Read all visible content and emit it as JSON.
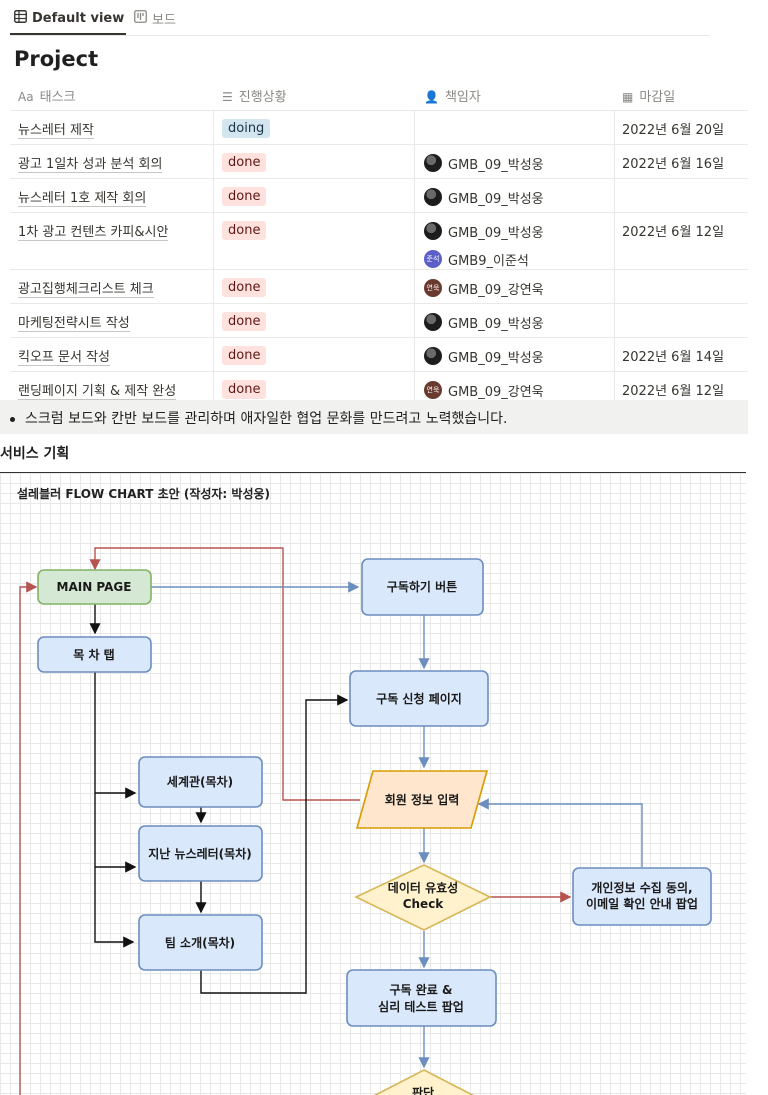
{
  "tabs": {
    "default_view": "Default view",
    "board": "보드"
  },
  "project": {
    "title": "Project",
    "columns": [
      "태스크",
      "진행상황",
      "책임자",
      "마감일"
    ],
    "rows": [
      {
        "task": "뉴스레터 제작",
        "status": "doing",
        "owners": [],
        "due": "2022년 6월 20일"
      },
      {
        "task": "광고 1일차 성과 분석 회의",
        "status": "done",
        "owners": [
          {
            "name": "GMB_09_박성웅",
            "avatar": "photo"
          }
        ],
        "due": "2022년 6월 16일"
      },
      {
        "task": "뉴스레터 1호 제작 회의",
        "status": "done",
        "owners": [
          {
            "name": "GMB_09_박성웅",
            "avatar": "photo"
          }
        ],
        "due": ""
      },
      {
        "task": "1차 광고 컨텐츠 카피&시안",
        "status": "done",
        "owners": [
          {
            "name": "GMB_09_박성웅",
            "avatar": "photo"
          },
          {
            "name": "GMB9_이준석",
            "avatar": "준석"
          }
        ],
        "due": "2022년 6월 12일"
      },
      {
        "task": "광고집행체크리스트 체크",
        "status": "done",
        "owners": [
          {
            "name": "GMB_09_강연욱",
            "avatar": "연욱"
          }
        ],
        "due": ""
      },
      {
        "task": "마케팅전략시트 작성",
        "status": "done",
        "owners": [
          {
            "name": "GMB_09_박성웅",
            "avatar": "photo"
          }
        ],
        "due": ""
      },
      {
        "task": "킥오프 문서 작성",
        "status": "done",
        "owners": [
          {
            "name": "GMB_09_박성웅",
            "avatar": "photo"
          }
        ],
        "due": "2022년 6월 14일"
      },
      {
        "task": "랜딩페이지 기획 & 제작 완성",
        "status": "done",
        "owners": [
          {
            "name": "GMB_09_강연욱",
            "avatar": "연욱"
          }
        ],
        "due": "2022년 6월 12일"
      }
    ]
  },
  "bullet": "스크럼 보드와 칸반 보드를 관리하며 애자일한 협업 문화를 만드려고 노력했습니다.",
  "section_title": "서비스 기획",
  "flowchart": {
    "title": "설레블러 FLOW CHART 초안 (작성자: 박성웅)",
    "nodes": {
      "main_page": "MAIN PAGE",
      "toc_tab": "목 차 탭",
      "worldview": "세계관(목차)",
      "past_newsletter": "지난 뉴스레터(목차)",
      "team_intro": "팀 소개(목차)",
      "subscribe_button": "구독하기 버튼",
      "subscribe_page": "구독 신청 페이지",
      "member_info": "회원 정보 입력",
      "validity_1": "데이터 유효성",
      "validity_2": "Check",
      "consent_1": "개인정보 수집 동의,",
      "consent_2": "이메일 확인 안내 팝업",
      "complete_1": "구독 완료 &",
      "complete_2": "심리 테스트 팝업",
      "judge": "판단"
    },
    "colors": {
      "blue_fill": "#dae8fc",
      "blue_stroke": "#6c8ebf",
      "green_fill": "#d5e8d4",
      "green_stroke": "#82b366",
      "yellow_fill": "#ffe6cc",
      "yellow_stroke": "#d79b00",
      "diamond_fill": "#fff2cc",
      "diamond_stroke": "#d6b656",
      "red_line": "#b85450"
    }
  }
}
